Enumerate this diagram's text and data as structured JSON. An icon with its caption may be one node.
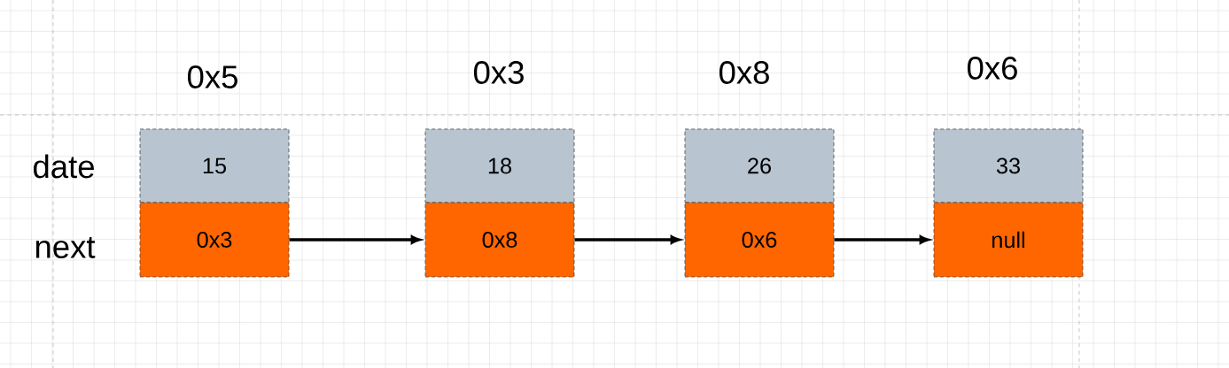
{
  "diagram": {
    "nodes": [
      {
        "text": [
          "15"
        ]
      },
      {
        "text": [
          "0x3"
        ]
      },
      {
        "text": [
          "18"
        ]
      },
      {
        "text": [
          "0x8"
        ]
      },
      {
        "text": [
          "26"
        ]
      },
      {
        "text": [
          "0x6"
        ]
      },
      {
        "text": [
          "33"
        ]
      },
      {
        "text": [
          "null"
        ]
      }
    ],
    "edges": [
      {
        "from": 1,
        "to": 3,
        "arrow": "to"
      },
      {
        "from": 3,
        "to": 5,
        "arrow": "to"
      },
      {
        "from": 5,
        "to": 7,
        "arrow": "to"
      }
    ],
    "labels": [
      "0x5",
      "0x3",
      "0x8",
      "0x6",
      "date",
      "next"
    ]
  }
}
